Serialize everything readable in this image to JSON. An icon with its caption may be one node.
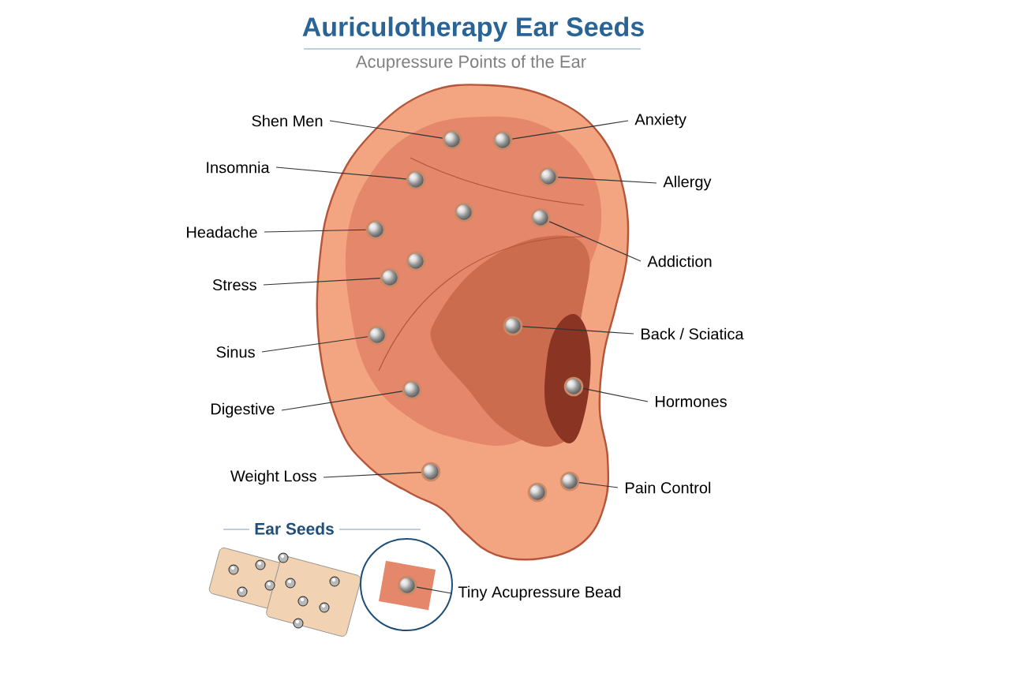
{
  "diagram": {
    "title": "Auriculotherapy Ear Seeds",
    "nodes": [
      {
        "text": [
          "Shen Men"
        ]
      },
      {
        "text": [],
        "shape": "circle"
      },
      {
        "text": [
          "Anxiety"
        ]
      },
      {
        "text": [],
        "shape": "circle"
      },
      {
        "text": [
          "Insomnia"
        ]
      },
      {
        "text": [],
        "shape": "circle"
      },
      {
        "text": [
          "Allergy"
        ]
      },
      {
        "text": [],
        "shape": "circle"
      },
      {
        "text": [
          "Headache"
        ]
      },
      {
        "text": [],
        "shape": "circle"
      },
      {
        "text": [
          "Addiction"
        ]
      },
      {
        "text": [],
        "shape": "circle"
      },
      {
        "text": [
          "Stress"
        ]
      },
      {
        "text": [],
        "shape": "circle"
      },
      {
        "text": [
          "Back / Sciatica"
        ]
      },
      {
        "text": [],
        "shape": "circle"
      },
      {
        "text": [
          "Sinus"
        ]
      },
      {
        "text": [],
        "shape": "circle"
      },
      {
        "text": [
          "Hormones"
        ]
      },
      {
        "text": [],
        "shape": "circle"
      },
      {
        "text": [
          "Digestive"
        ]
      },
      {
        "text": [],
        "shape": "circle"
      },
      {
        "text": [
          "Weight Loss"
        ]
      },
      {
        "text": [],
        "shape": "circle"
      },
      {
        "text": [
          "Pain Control"
        ]
      },
      {
        "text": [],
        "shape": "circle"
      },
      {
        "text": [],
        "shape": "circle"
      },
      {
        "text": [],
        "shape": "circle"
      },
      {
        "text": [],
        "shape": "circle"
      },
      {
        "text": [
          "Tiny Acupressure Bead"
        ]
      },
      {
        "text": [],
        "shape": "circle"
      }
    ],
    "edges": [
      {
        "from": 0,
        "to": 1,
        "arrow": "none"
      },
      {
        "from": 2,
        "to": 3,
        "arrow": "none"
      },
      {
        "from": 4,
        "to": 5,
        "arrow": "none"
      },
      {
        "from": 6,
        "to": 7,
        "arrow": "none"
      },
      {
        "from": 8,
        "to": 9,
        "arrow": "none"
      },
      {
        "from": 10,
        "to": 11,
        "arrow": "none"
      },
      {
        "from": 12,
        "to": 13,
        "arrow": "none"
      },
      {
        "from": 14,
        "to": 15,
        "arrow": "none"
      },
      {
        "from": 16,
        "to": 17,
        "arrow": "none"
      },
      {
        "from": 18,
        "to": 19,
        "arrow": "none"
      },
      {
        "from": 20,
        "to": 21,
        "arrow": "none"
      },
      {
        "from": 22,
        "to": 23,
        "arrow": "none"
      },
      {
        "from": 24,
        "to": 25,
        "arrow": "none"
      },
      {
        "from": 29,
        "to": 30,
        "arrow": "none"
      }
    ],
    "labels": [
      "Acupressure Points of the Ear",
      "Ear Seeds"
    ]
  }
}
